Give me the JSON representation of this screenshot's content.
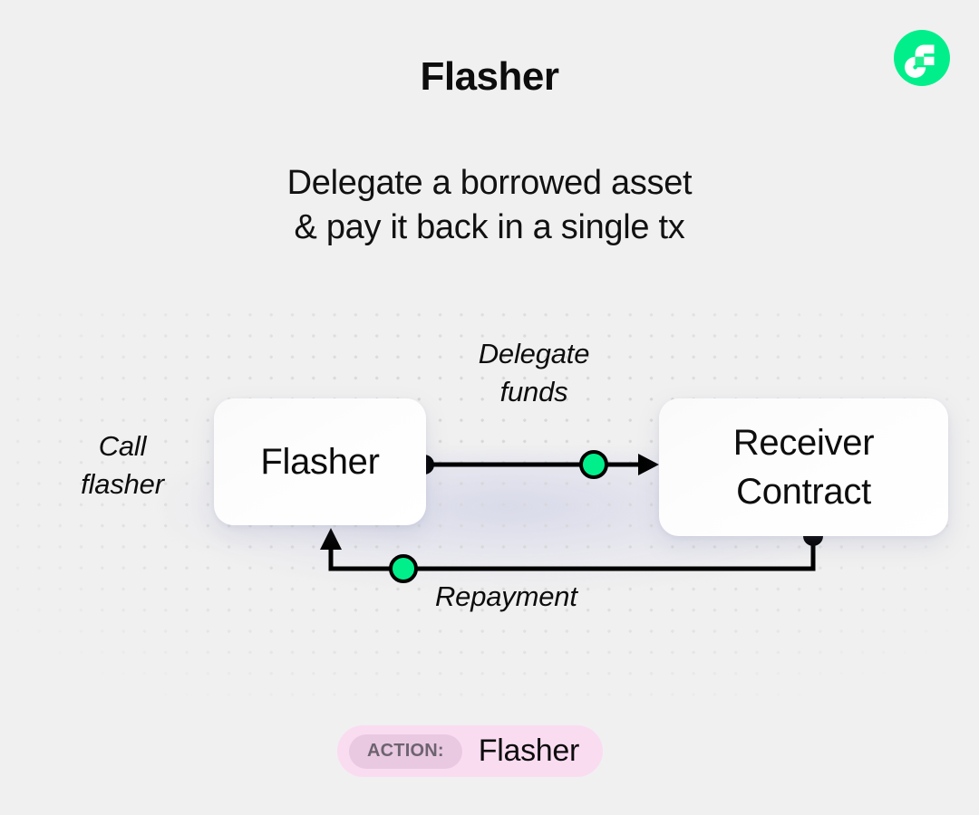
{
  "brand": {
    "logo_icon": "flow-logo-icon",
    "logo_color": "#00ef8b",
    "logo_mark_color": "#ffffff",
    "logo_accent_color": "#21f08f"
  },
  "header": {
    "title": "Flasher",
    "subtitle_line1": "Delegate a borrowed asset",
    "subtitle_line2": "& pay it back in a single tx"
  },
  "diagram": {
    "nodes": [
      {
        "id": "flasher",
        "label": "Flasher"
      },
      {
        "id": "receiver",
        "label_line1": "Receiver",
        "label_line2": "Contract"
      }
    ],
    "labels": {
      "call_line1": "Call",
      "call_line2": "flasher",
      "delegate_line1": "Delegate",
      "delegate_line2": "funds",
      "repayment": "Repayment"
    },
    "colors": {
      "node_accent": "#00ef8b",
      "wire": "#000000",
      "background": "#f0f0f0",
      "dot_grid": "#d8d8d8"
    }
  },
  "footer": {
    "action_key": "ACTION:",
    "action_value": "Flasher",
    "badge_color": "#fadcf1",
    "badge_key_color": "#e9c9e1"
  }
}
